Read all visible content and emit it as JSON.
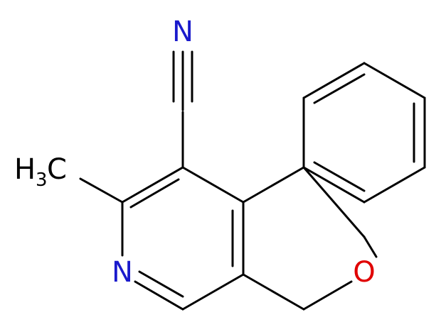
{
  "structure": {
    "atoms": {
      "nitrile_n": {
        "text": "N",
        "color": "#1a1acc"
      },
      "pyridine_n": {
        "text": "N",
        "color": "#1a1acc"
      },
      "ring_o": {
        "text": "O",
        "color": "#e00000"
      },
      "methyl_h": {
        "text": "H",
        "color": "#000000"
      },
      "methyl_sub": {
        "text": "3",
        "color": "#000000"
      },
      "methyl_c": {
        "text": "C",
        "color": "#000000"
      }
    },
    "bond_color": "#000000",
    "heteroatom_colors": {
      "nitrogen": "#1a1acc",
      "oxygen": "#e00000"
    }
  }
}
